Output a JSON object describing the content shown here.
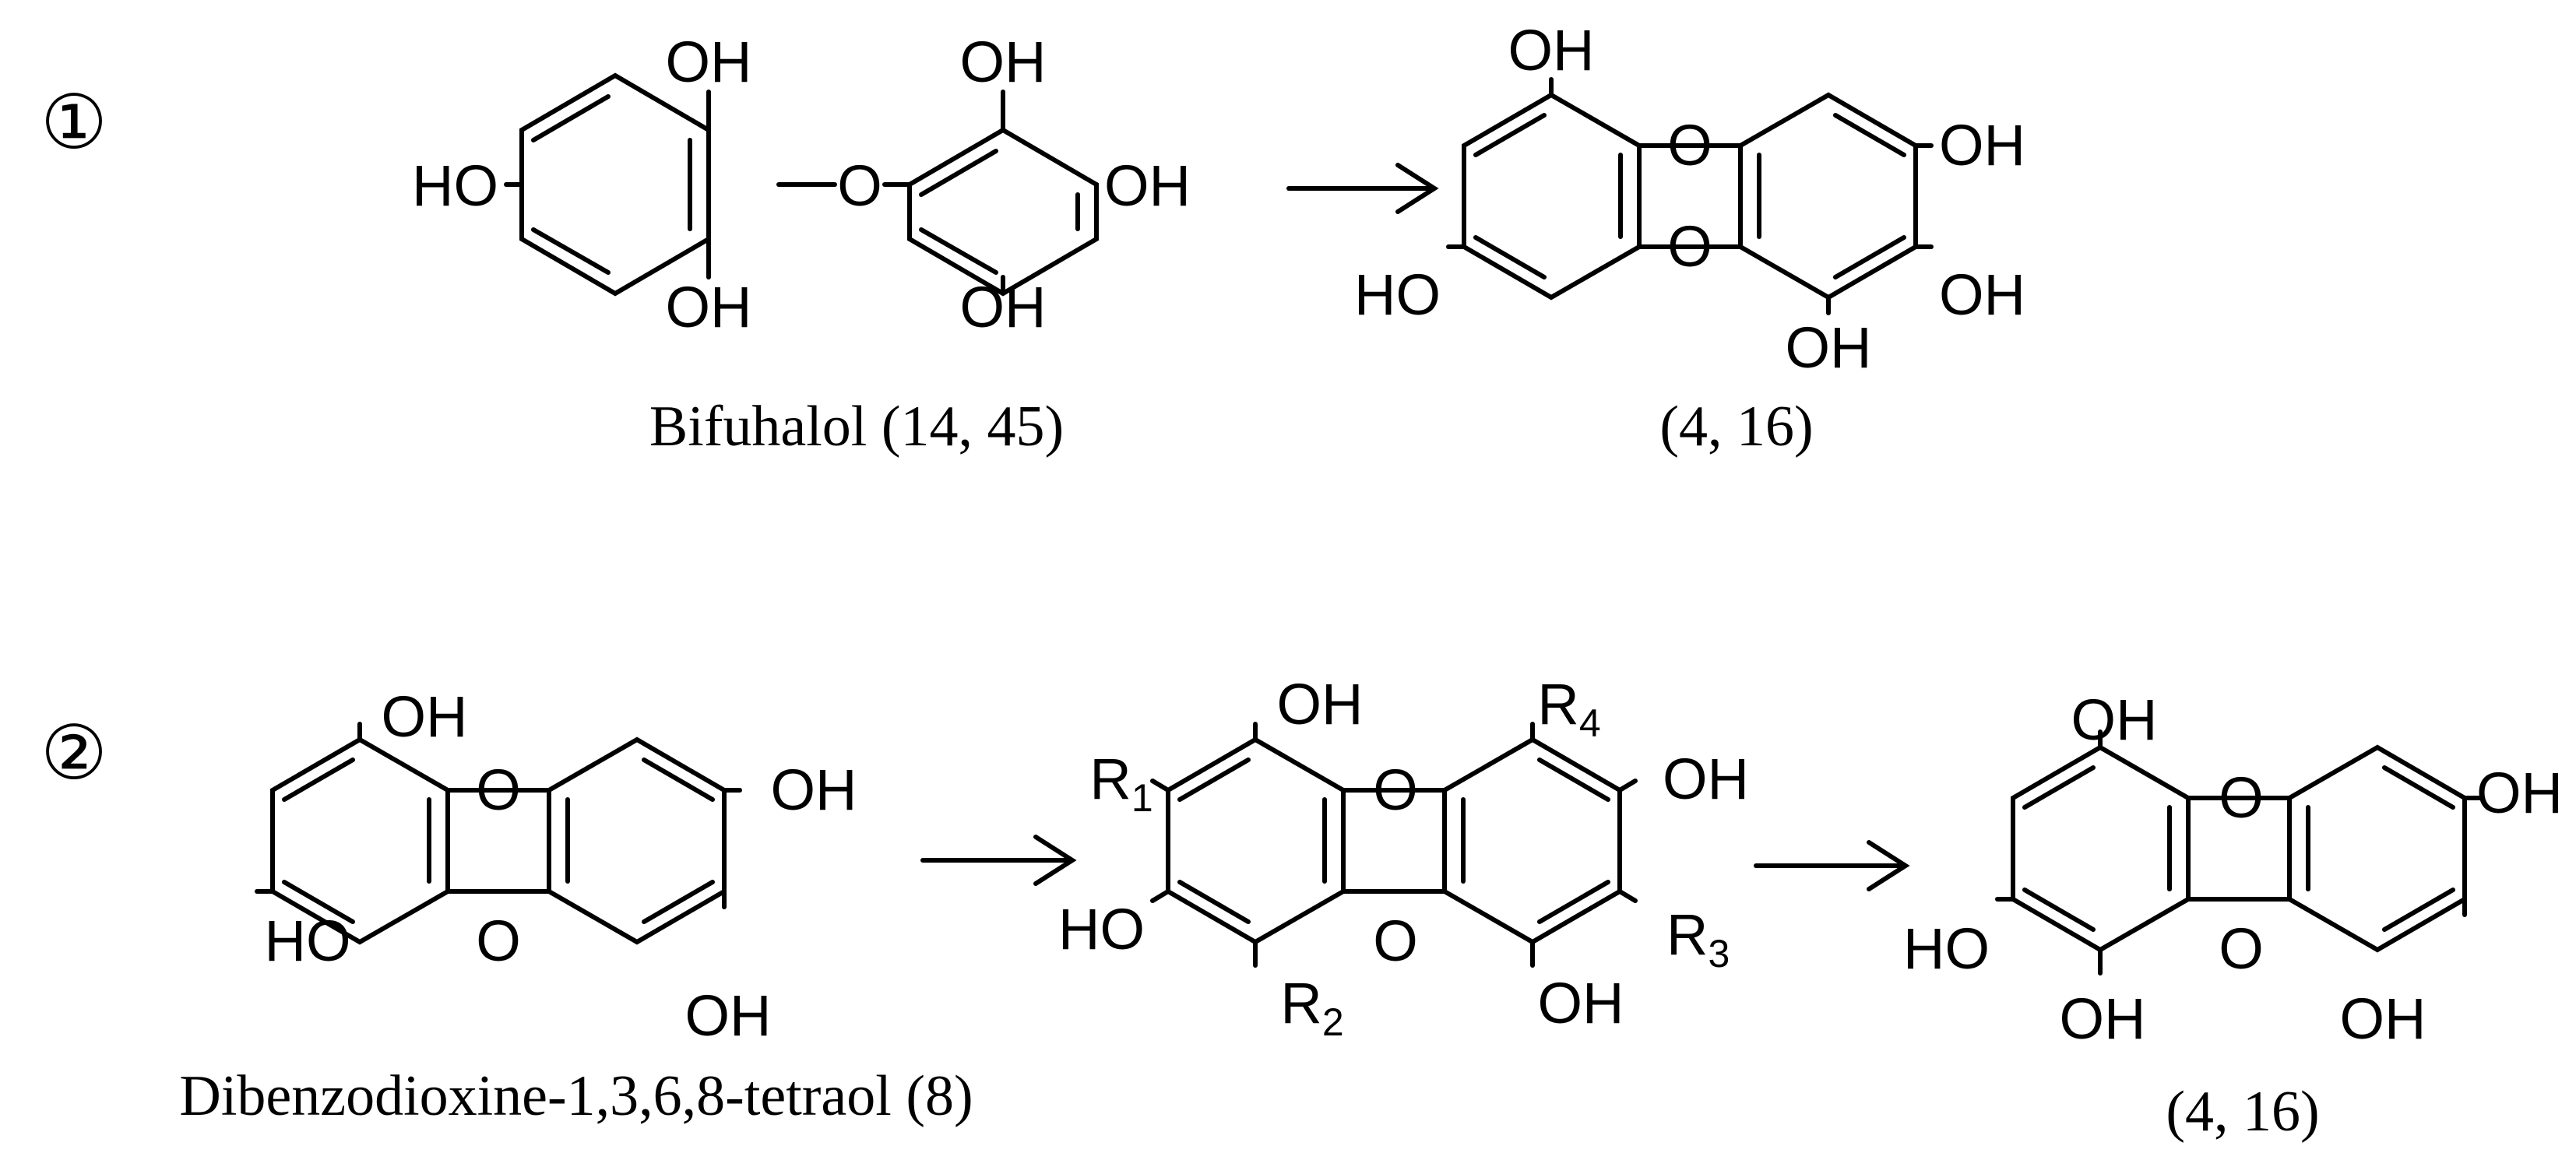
{
  "steps": [
    "①",
    "②"
  ],
  "groups": {
    "hydroxyl": "OH",
    "hydroxyl_left": "HO",
    "oxygen": "O",
    "r": "R"
  },
  "subscripts": [
    "1",
    "2",
    "3",
    "4"
  ],
  "captions": {
    "bifuhalol": "Bifuhalol (14, 45)",
    "product_1": "(4, 16)",
    "dibenzodioxine": "Dibenzodioxine-1,3,6,8-tetraol (8)",
    "product_2": "(4, 16)"
  },
  "colors": {
    "ink": "#000000",
    "background": "#ffffff"
  }
}
